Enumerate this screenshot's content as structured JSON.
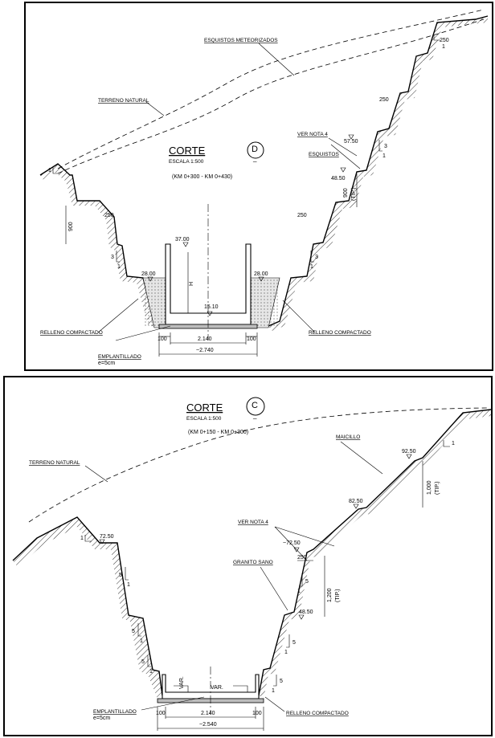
{
  "section_d": {
    "title": "CORTE",
    "letter": "D",
    "letter_sub": "_",
    "scale": "ESCALA 1:500",
    "km": "(KM 0+300 - KM 0+430)",
    "labels": {
      "esquistos_meteorizados": "ESQUISTOS METEORIZADOS",
      "terreno_natural": "TERRENO NATURAL",
      "ver_nota": "VER NOTA 4",
      "esquistos": "ESQUISTOS",
      "relleno_left": "RELLENO COMPACTADO",
      "relleno_right": "RELLENO COMPACTADO",
      "emplantillado": "EMPLANTILLADO",
      "emplantillado_e": "e=5cm"
    },
    "dims": {
      "berm_top": "250",
      "berm_right_mid": "250",
      "berm_right_low": "250",
      "berm_left": "250",
      "height_left": "900",
      "height_right": "900",
      "height_right_tip": "(TIP.)",
      "h_channel": "H",
      "bottom_width": "2.140",
      "total_width": "~2.740",
      "foot_left": "100",
      "foot_right": "100",
      "slope_v": "3",
      "slope_h": "1",
      "top_slope_1": "1",
      "top_slope_1b": "1"
    },
    "elevations": {
      "e57": "57.50",
      "e48": "48.50",
      "e37": "37.00",
      "e28_left": "28.00",
      "e28_right": "28.00",
      "e15": "15.10"
    }
  },
  "section_c": {
    "title": "CORTE",
    "letter": "C",
    "letter_sub": "_",
    "scale": "ESCALA 1:500",
    "km": "(KM 0+150 - KM 0+300)",
    "labels": {
      "terreno_natural": "TERRENO NATURAL",
      "maicillo": "MAICILLO",
      "ver_nota": "VER NOTA 4",
      "granito_sano": "GRANITO SANO",
      "relleno": "RELLENO COMPACTADO",
      "emplantillado": "EMPLANTILLADO",
      "emplantillado_e": "e=5cm"
    },
    "dims": {
      "height_upper": "1,000",
      "height_upper_tip": "(TIP.)",
      "height_lower": "1,200",
      "height_lower_tip": "(TIP.)",
      "berm": "250",
      "var_left": "VAR.",
      "var_center": "VAR.",
      "bottom_width": "2.140",
      "total_width": "~2.540",
      "foot_left": "100",
      "foot_right": "100",
      "slope_v": "5",
      "slope_h": "1",
      "top_slope": "1"
    },
    "elevations": {
      "e92": "92.50",
      "e82": "82.50",
      "e72_left": "72.50",
      "e72_right": "~72.50",
      "e48": "48.50"
    }
  }
}
